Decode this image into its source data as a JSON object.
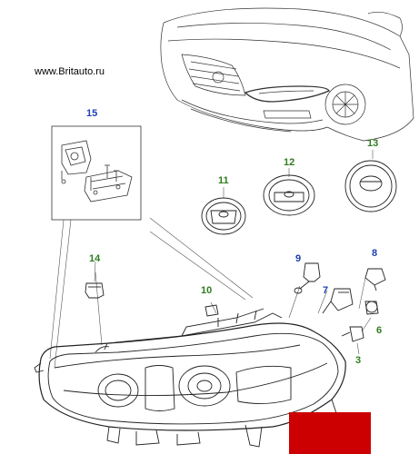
{
  "watermark": "www.Britauto.ru",
  "callouts": [
    {
      "id": "15",
      "color": "#1f3fae"
    },
    {
      "id": "11",
      "color": "#2e7d1e"
    },
    {
      "id": "12",
      "color": "#2e7d1e"
    },
    {
      "id": "13",
      "color": "#2e7d1e"
    },
    {
      "id": "14",
      "color": "#2e7d1e"
    },
    {
      "id": "9",
      "color": "#1f3fae"
    },
    {
      "id": "8",
      "color": "#1f3fae"
    },
    {
      "id": "10",
      "color": "#2e7d1e"
    },
    {
      "id": "7",
      "color": "#1f3fae"
    },
    {
      "id": "6",
      "color": "#2e7d1e"
    },
    {
      "id": "3",
      "color": "#2e7d1e"
    }
  ],
  "colors": {
    "blue_callout": "#1f3fae",
    "green_callout": "#2e7d1e",
    "line": "#222222",
    "highlight_box": "#cc0000"
  }
}
